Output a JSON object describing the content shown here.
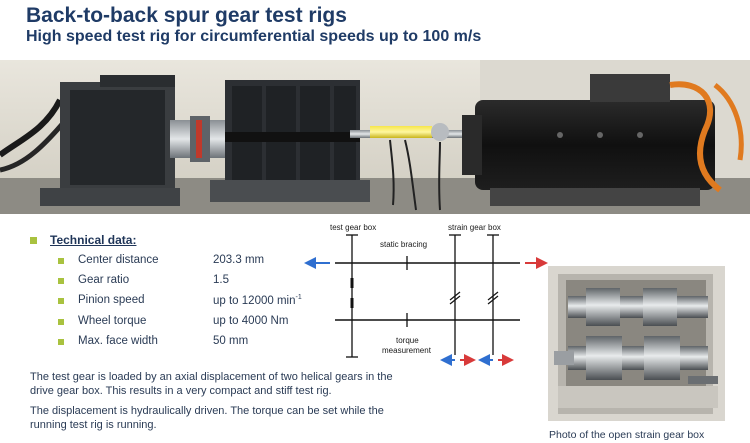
{
  "header": {
    "title": "Back-to-back spur gear test rigs",
    "subtitle": "High speed test rig for circumferential speeds up to 100 m/s"
  },
  "technical_data": {
    "heading": "Technical data:",
    "items": [
      {
        "label": "Center distance",
        "value": "203.3 mm"
      },
      {
        "label": "Gear ratio",
        "value": "1.5"
      },
      {
        "label": "Pinion speed",
        "value": "up to 12000 min",
        "value_sup": "-1"
      },
      {
        "label": "Wheel torque",
        "value": "up to 4000 Nm"
      },
      {
        "label": "Max. face width",
        "value": "50 mm"
      }
    ]
  },
  "paragraphs": [
    "The test gear is loaded by an axial displacement of two helical gears in the drive gear box. This results in a very compact and stiff test rig.",
    "The displacement is hydraulically driven. The torque can be set while the running test rig is running."
  ],
  "schematic": {
    "test_gear_box_label": "test gear box",
    "strain_gear_box_label": "strain gear box",
    "static_bracing_label": "static bracing",
    "torque_label_line1": "torque",
    "torque_label_line2": "measurement",
    "arrow_colors": {
      "left": "#2f6fd0",
      "right": "#d83a3a"
    }
  },
  "gear_box_photo": {
    "caption": "Photo of the open strain gear box"
  },
  "colors": {
    "title": "#1f3b66",
    "bullet": "#a9c23f",
    "text": "#2a3b55"
  }
}
